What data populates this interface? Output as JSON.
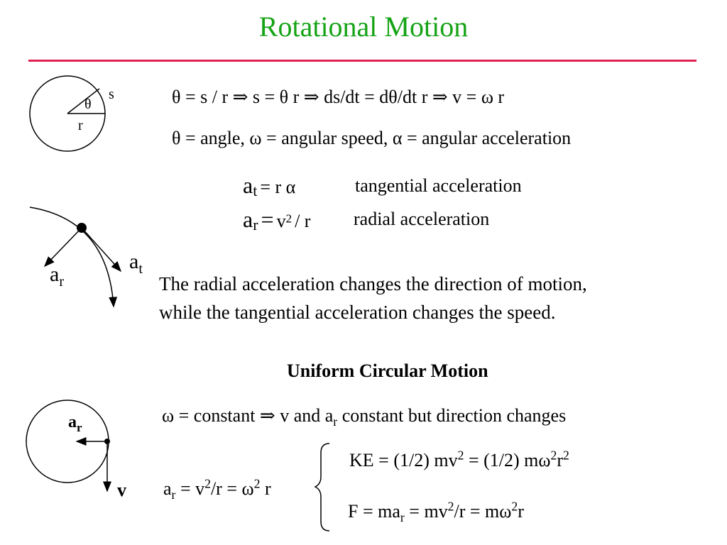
{
  "theme": {
    "title_color": "#16a316",
    "rule_color": "#e02050"
  },
  "slide": {
    "title": "Rotational Motion"
  },
  "diagram1": {
    "label_s": "s",
    "label_theta": "θ",
    "label_r": "r"
  },
  "eq1": {
    "line1": "θ = s / r  ⇒  s = θ r  ⇒  ds/dt = dθ/dt r  ⇒  v = ω r",
    "line2": "θ = angle, ω = angular speed, α = angular acceleration"
  },
  "accel": {
    "tangential": {
      "sym": "a",
      "sub": "t",
      "expr": "= r α",
      "desc": "tangential acceleration"
    },
    "radial": {
      "sym": "a",
      "sub": "r",
      "eq": "=",
      "expr_v": "v",
      "sup": "2",
      "expr_rest": "/ r",
      "desc": "radial acceleration"
    }
  },
  "diagram2": {
    "label_ar": "a",
    "label_ar_sub": "r",
    "label_at": "a",
    "label_at_sub": "t"
  },
  "explanation": {
    "line1": "The radial acceleration changes the direction of motion,",
    "line2": "while the tangential acceleration changes the speed."
  },
  "ucm": {
    "heading": "Uniform Circular Motion",
    "constant": {
      "pre": "ω = constant ⇒ v and a",
      "sub": "r",
      "post": "constant but direction changes"
    },
    "ar_formula": {
      "a": "a",
      "sub": "r",
      "mid": "= v",
      "sup1": "2",
      "mid2": "/r = ω",
      "sup2": "2",
      "end": "r"
    },
    "ke": {
      "pre": "KE = (1/2) mv",
      "sup1": "2",
      "mid": "=  (1/2) mω",
      "sup2": "2",
      "r": "r",
      "sup3": "2"
    },
    "force": {
      "pre": "F = ma",
      "sub": "r",
      "mid": "=  mv",
      "sup1": "2",
      "mid2": "/r = mω",
      "sup2": "2",
      "end": "r"
    }
  },
  "diagram3": {
    "label_a": "a",
    "label_sub": "r",
    "label_v": "v"
  }
}
